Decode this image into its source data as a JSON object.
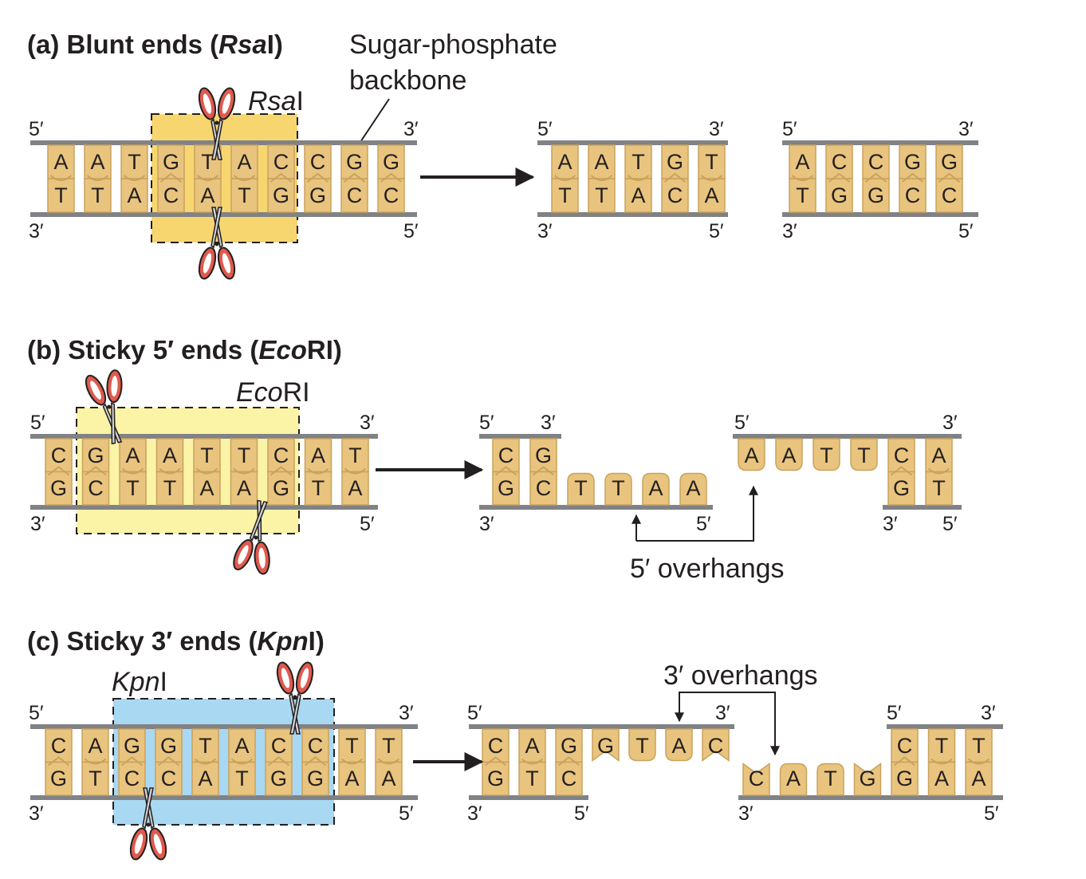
{
  "panels": [
    {
      "id": "a",
      "title": "(a) Blunt ends (",
      "title_italic": "Rsa",
      "title_end": "I)",
      "enzyme_italic": "Rsa",
      "enzyme_suffix": "I",
      "backbone_label": [
        "Sugar-phosphate",
        "backbone"
      ],
      "original": {
        "top": "AATGTACCGG",
        "bottom": "TTACATGGCC"
      },
      "fragment_left": {
        "top": "AATGT",
        "bottom": "TTACA"
      },
      "fragment_right": {
        "top": "ACCGG",
        "bottom": "TGGCC"
      },
      "highlight_color": "#f7d670"
    },
    {
      "id": "b",
      "title": "(b) Sticky 5′ ends (",
      "title_italic": "Eco",
      "title_end": "RI)",
      "enzyme_italic": "Eco",
      "enzyme_suffix": "RI",
      "overhang_label": "5′ overhangs",
      "original": {
        "top": "CGAATTCAT",
        "bottom": "GCTTAAGTA"
      },
      "fragment_left": {
        "top": "CG",
        "bottom": "GCTTAA"
      },
      "fragment_right": {
        "top": "AATTCA",
        "bottom": "GT"
      },
      "highlight_color": "#fbf3a6"
    },
    {
      "id": "c",
      "title": "(c) Sticky 3′ ends (",
      "title_italic": "Kpn",
      "title_end": "I)",
      "enzyme_italic": "Kpn",
      "enzyme_suffix": "I",
      "overhang_label": "3′ overhangs",
      "original": {
        "top": "CAGGTACCTT",
        "bottom": "GTCCATGGAA"
      },
      "fragment_left": {
        "top": "CAGGTAC",
        "bottom": "GTC"
      },
      "fragment_right": {
        "top": "CTT",
        "bottom": "CATGGAA"
      },
      "highlight_color": "#a9d8f2"
    }
  ],
  "end_labels": {
    "five": "5′",
    "three": "3′"
  },
  "colors": {
    "base": "#e9c47e",
    "base_stroke": "#c9a25d",
    "backbone": "#808285",
    "scissors": "#e05a4e",
    "arrow": "#231f20"
  }
}
